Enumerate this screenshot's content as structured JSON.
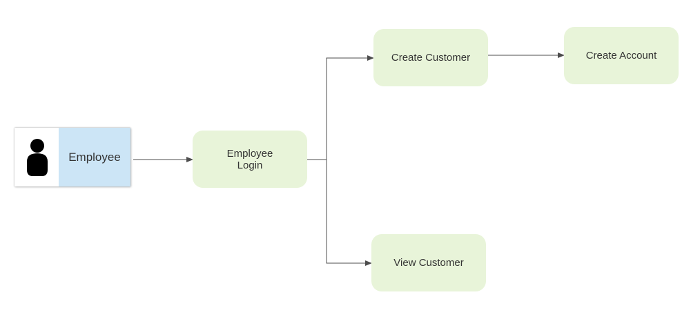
{
  "diagram": {
    "actor": {
      "label": "Employee",
      "icon": "person-icon"
    },
    "nodes": {
      "employee_login": "Employee\nLogin",
      "create_customer": "Create Customer",
      "create_account": "Create Account",
      "view_customer": "View Customer"
    },
    "edges": [
      {
        "from": "Employee",
        "to": "Employee Login"
      },
      {
        "from": "Employee Login",
        "to": "Create Customer"
      },
      {
        "from": "Employee Login",
        "to": "View Customer"
      },
      {
        "from": "Create Customer",
        "to": "Create Account"
      }
    ],
    "colors": {
      "node_fill": "#e8f4d9",
      "actor_fill": "#cce5f6",
      "edge": "#4d4d4d",
      "text": "#333333"
    }
  }
}
